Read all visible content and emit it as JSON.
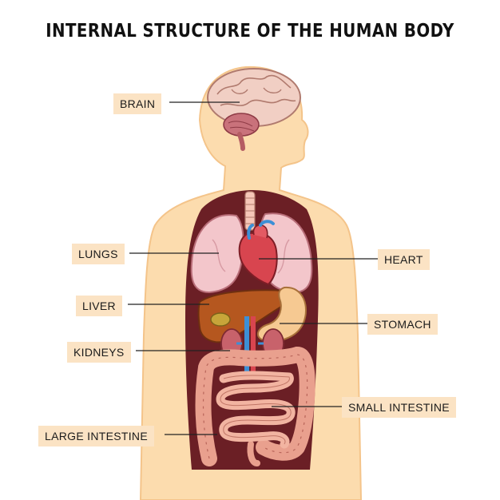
{
  "title": "INTERNAL STRUCTURE OF THE HUMAN BODY",
  "labels": {
    "brain": "BRAIN",
    "lungs": "LUNGS",
    "heart": "HEART",
    "liver": "LIVER",
    "stomach": "STOMACH",
    "kidneys": "KIDNEYS",
    "small_intestine": "SMALL INTESTINE",
    "large_intestine": "LARGE INTESTINE"
  },
  "colors": {
    "label_background": "#fbe3c4",
    "skin": "#fcdcae",
    "cavity": "#6b1f25",
    "lungs": "#f3c6cb",
    "heart": "#d8454f",
    "liver": "#b5571f",
    "stomach": "#f6c992",
    "intestine": "#f2b4a1",
    "vessel_blue": "#3d8fd6"
  }
}
